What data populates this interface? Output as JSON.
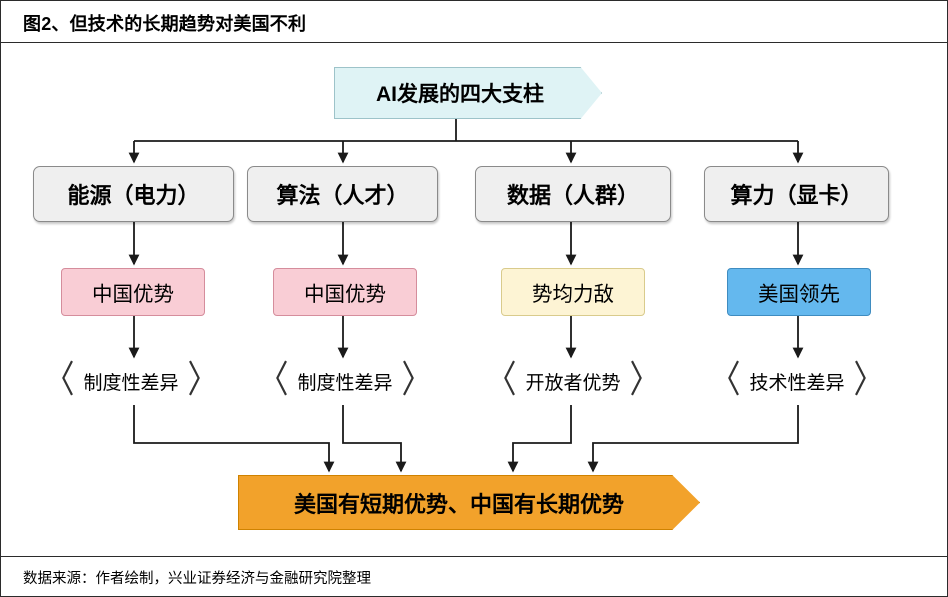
{
  "header": {
    "title": "图2、但技术的长期趋势对美国不利"
  },
  "footer": {
    "source": "数据来源：作者绘制，兴业证券经济与金融研究院整理"
  },
  "diagram": {
    "top_banner": {
      "label": "AI发展的四大支柱",
      "color": "#dff3f5"
    },
    "pillars": [
      {
        "label": "能源（电力）"
      },
      {
        "label": "算法（人才）"
      },
      {
        "label": "数据（人群）"
      },
      {
        "label": "算力（显卡）"
      }
    ],
    "verdicts": [
      {
        "label": "中国优势",
        "color": "#f9cdd5"
      },
      {
        "label": "中国优势",
        "color": "#f9cdd5"
      },
      {
        "label": "势均力敌",
        "color": "#fdf4d4"
      },
      {
        "label": "美国领先",
        "color": "#64b8ee"
      }
    ],
    "reasons": [
      {
        "bracket_left": "〈",
        "label": "制度性差异",
        "bracket_right": "〉"
      },
      {
        "bracket_left": "〈",
        "label": "制度性差异",
        "bracket_right": "〉"
      },
      {
        "bracket_left": "〈",
        "label": "开放者优势",
        "bracket_right": "〉"
      },
      {
        "bracket_left": "〈",
        "label": "技术性差异",
        "bracket_right": "〉"
      }
    ],
    "conclusion": {
      "label": "美国有短期优势、中国有长期优势",
      "color": "#f2a22b"
    }
  }
}
